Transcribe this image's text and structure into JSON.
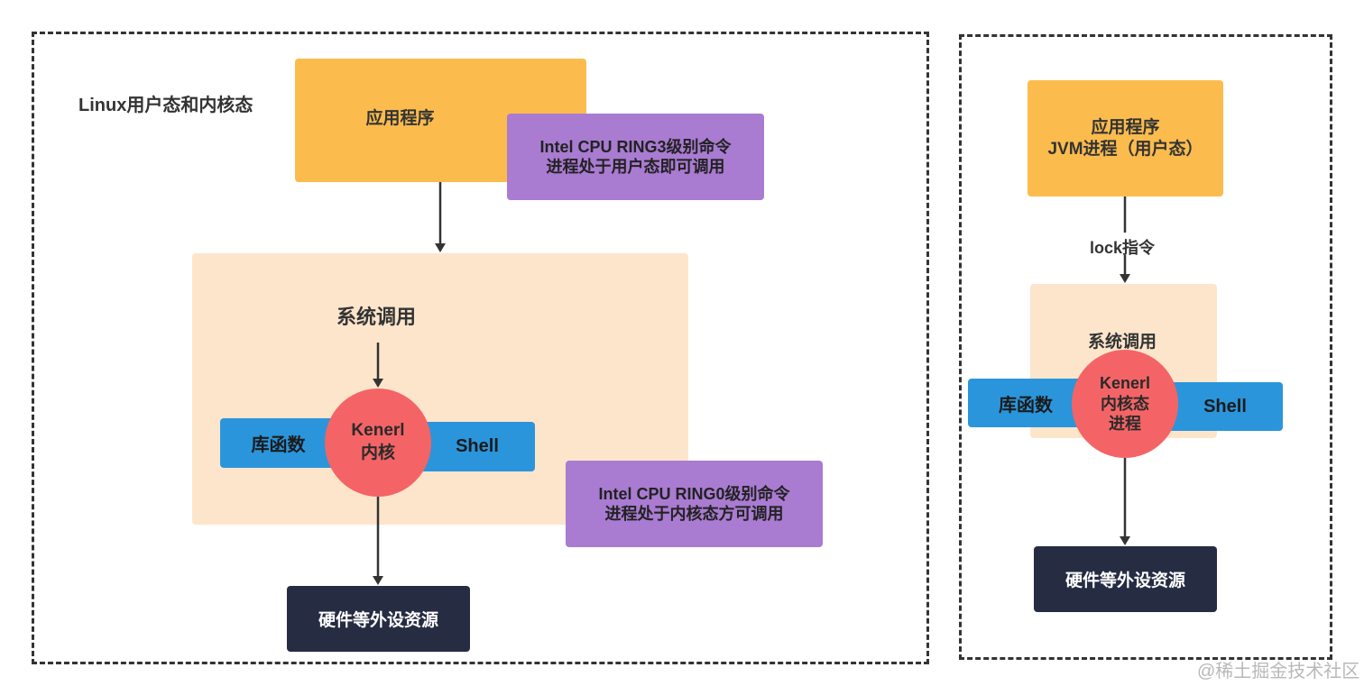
{
  "left": {
    "title": "Linux用户态和内核态",
    "app": "应用程序",
    "ring3": "Intel CPU RING3级别命令\n进程处于用户态即可调用",
    "syscall": "系统调用",
    "kernel": "Kenerl\n内核",
    "lib": "库函数",
    "shell": "Shell",
    "ring0": "Intel CPU RING0级别命令\n进程处于内核态方可调用",
    "hardware": "硬件等外设资源"
  },
  "right": {
    "app": "应用程序\nJVM进程（用户态）",
    "lock": "lock指令",
    "syscall": "系统调用",
    "kernel": "Kenerl\n内核态\n进程",
    "lib": "库函数",
    "shell": "Shell",
    "hardware": "硬件等外设资源"
  },
  "watermark": "@稀土掘金技术社区",
  "colors": {
    "orange": "#FBBC4D",
    "purple": "#A97BD1",
    "peach": "#FDE5CC",
    "blue": "#2A95DB",
    "red": "#F46466",
    "navy": "#262C42"
  }
}
